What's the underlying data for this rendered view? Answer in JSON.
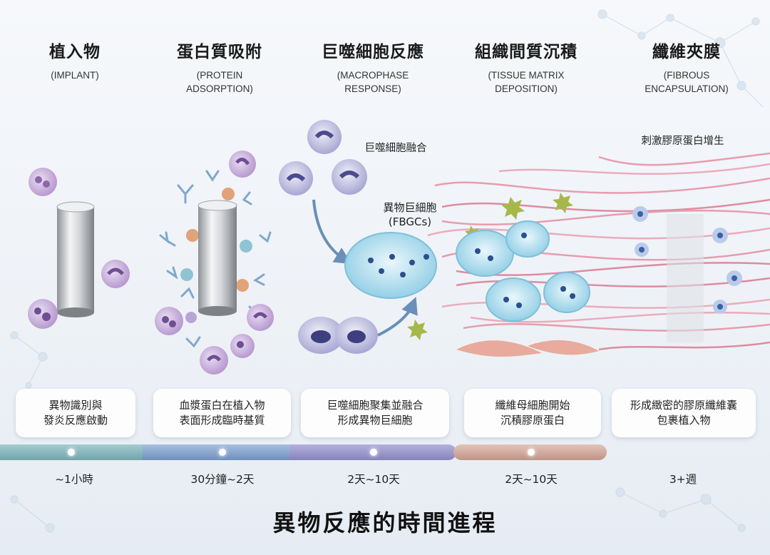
{
  "stages": [
    {
      "title": "植入物",
      "subtitle": "(IMPLANT)",
      "card": "異物識別與\n發炎反應啟動",
      "time": "~1小時"
    },
    {
      "title": "蛋白質吸附",
      "subtitle": "(PROTEIN\nADSORPTION)",
      "card": "血漿蛋白在植入物\n表面形成臨時基質",
      "time": "30分鐘~2天"
    },
    {
      "title": "巨噬細胞反應",
      "subtitle": "(MACROPHASE\nRESPONSE)",
      "card": "巨噬細胞聚集並融合\n形成異物巨細胞",
      "time": "2天~10天"
    },
    {
      "title": "組織間質沉積",
      "subtitle": "(TISSUE MATRIX\nDEPOSITION)",
      "card": "纖維母細胞開始\n沉積膠原蛋白",
      "time": "2天~10天"
    },
    {
      "title": "纖維夾膜",
      "subtitle": "(FIBROUS\nENCAPSULATION)",
      "card": "形成緻密的膠原纖維囊\n包裹植入物",
      "time": "3+週"
    }
  ],
  "annotations": {
    "fusion": "巨噬細胞融合",
    "fbgc": "異物巨細胞\n(FBGCs)",
    "collagen": "刺激膠原蛋白增生"
  },
  "title": "異物反應的時間進程",
  "colors": {
    "bar1": "#7fb2b8",
    "bar2": "#7f9ec8",
    "bar3": "#9591c4",
    "bar4": "#c9a59a",
    "fiber": "#e58ea2",
    "cell": "#8fd0e6",
    "neutrophil": "#9a7bb8"
  }
}
